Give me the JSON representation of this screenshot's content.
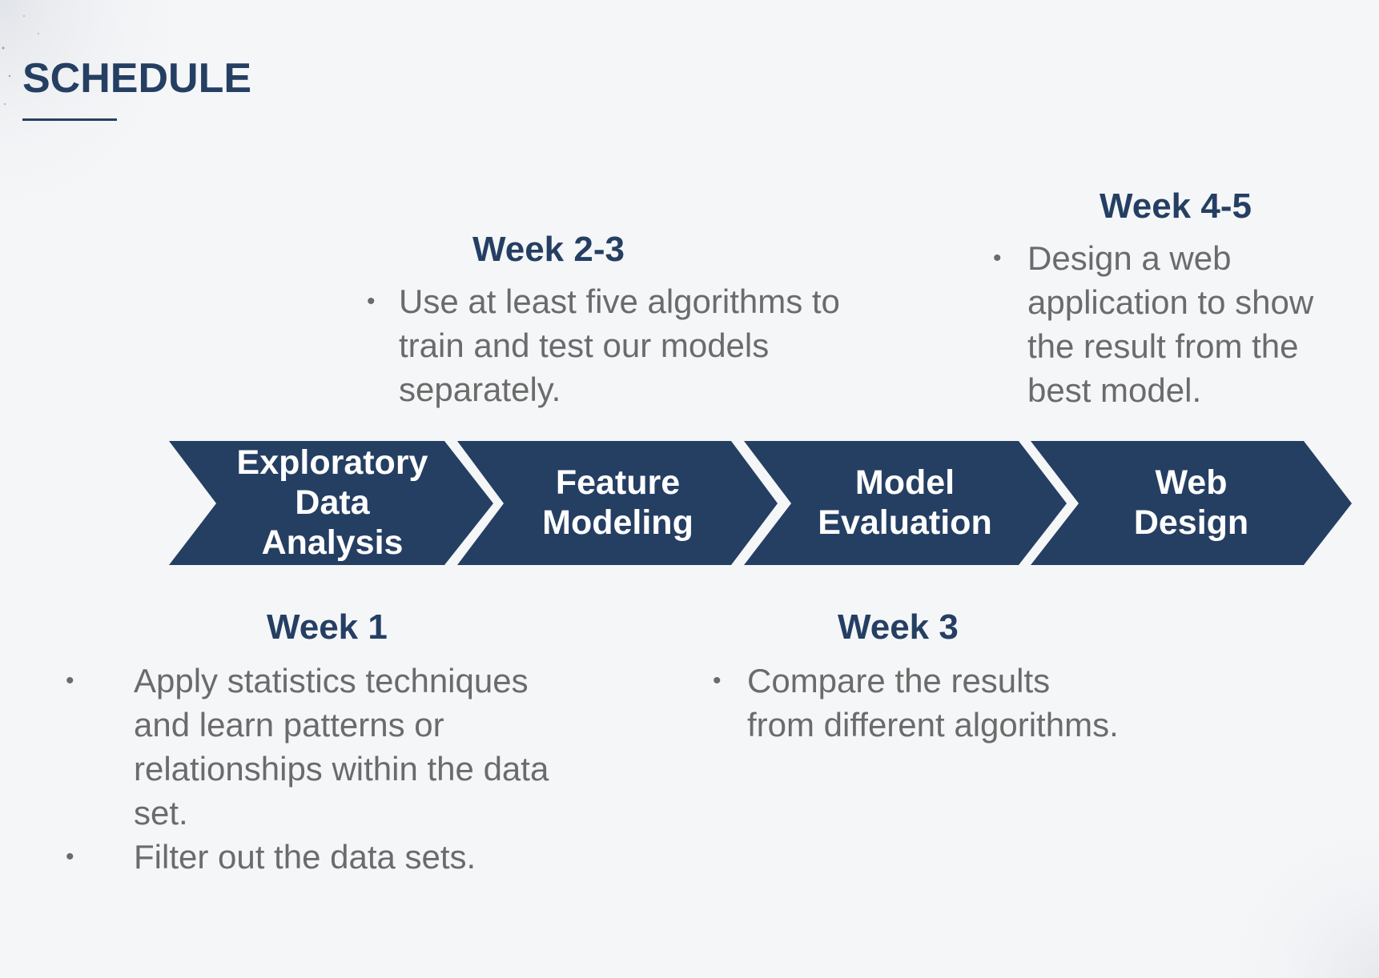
{
  "title": "SCHEDULE",
  "colors": {
    "primary": "#253f63",
    "body_text": "#6b6b6b",
    "background": "#f5f6f8"
  },
  "steps": [
    {
      "lines": [
        "Exploratory",
        "Data",
        "Analysis"
      ]
    },
    {
      "lines": [
        "Feature",
        "Modeling"
      ]
    },
    {
      "lines": [
        "Model",
        "Evaluation"
      ]
    },
    {
      "lines": [
        "Web",
        "Design"
      ]
    }
  ],
  "weeks": {
    "week1": {
      "heading": "Week 1",
      "items": [
        "Apply statistics techniques and learn patterns or relationships within the data set.",
        "Filter out the data sets."
      ]
    },
    "week23": {
      "heading": "Week 2-3",
      "items": [
        "Use at least five algorithms to train and test our models separately."
      ]
    },
    "week3": {
      "heading": "Week 3",
      "items": [
        "Compare the results from different algorithms."
      ]
    },
    "week45": {
      "heading": "Week 4-5",
      "items": [
        "Design a web application to show the result from the best model."
      ]
    }
  },
  "bullet_glyph": "•"
}
